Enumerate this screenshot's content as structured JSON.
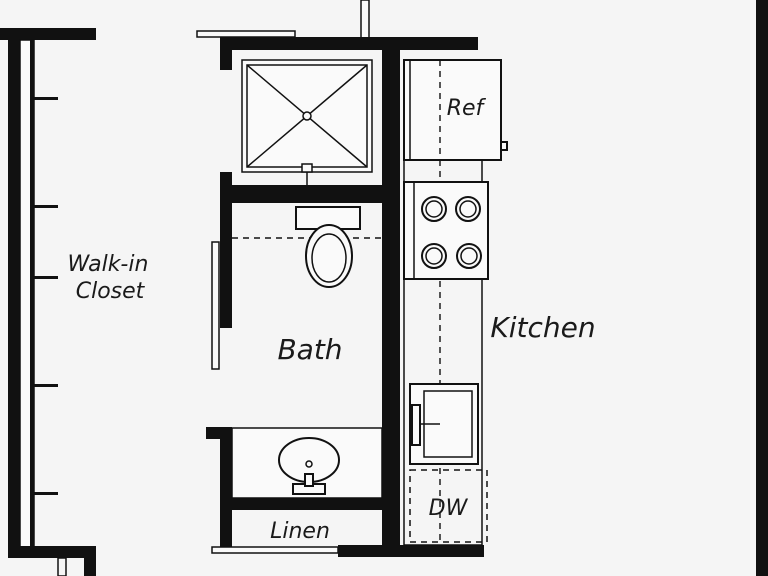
{
  "colors": {
    "background": "#f5f5f5",
    "wall": "#111111",
    "fixture_fill": "#fafafa"
  },
  "rooms": {
    "walk_in_closet_line1": "Walk-in",
    "walk_in_closet_line2": "Closet",
    "bath": "Bath",
    "kitchen": "Kitchen",
    "linen": "Linen"
  },
  "appliances": {
    "refrigerator": "Ref",
    "dishwasher": "DW"
  }
}
